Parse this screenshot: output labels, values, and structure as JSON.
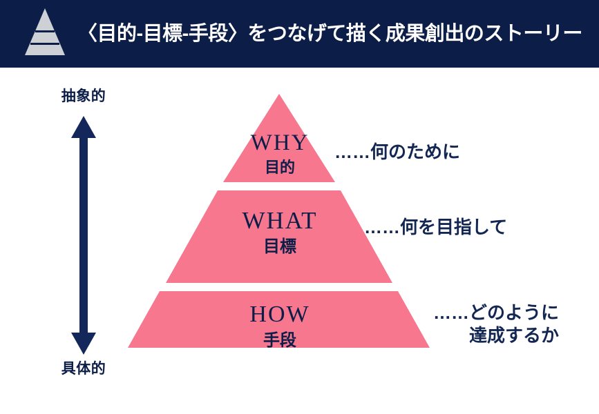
{
  "header": {
    "logo_icon": "pyramid-icon",
    "title": "〈目的-目標-手段〉をつなげて描く成果創出のストーリー",
    "background_color": "#0c1e47",
    "text_color": "#ffffff",
    "logo_color": "#cdd1d6"
  },
  "axis": {
    "top_label": "抽象的",
    "bottom_label": "具体的",
    "arrow_icon": "double-headed-vertical-arrow-icon",
    "color": "#13275a"
  },
  "pyramid": {
    "fill_color": "#f7778f",
    "text_color": "#0c1e47",
    "tiers": [
      {
        "en": "WHY",
        "jp": "目的",
        "annotation": [
          "……何のために"
        ]
      },
      {
        "en": "WHAT",
        "jp": "目標",
        "annotation": [
          "……何を目指して"
        ]
      },
      {
        "en": "HOW",
        "jp": "手段",
        "annotation": [
          "……どのように",
          "達成するか"
        ]
      }
    ]
  },
  "annotations": {
    "why": "……何のために",
    "what": "……何を目指して",
    "how_line1": "……どのように",
    "how_line2": "達成するか"
  }
}
